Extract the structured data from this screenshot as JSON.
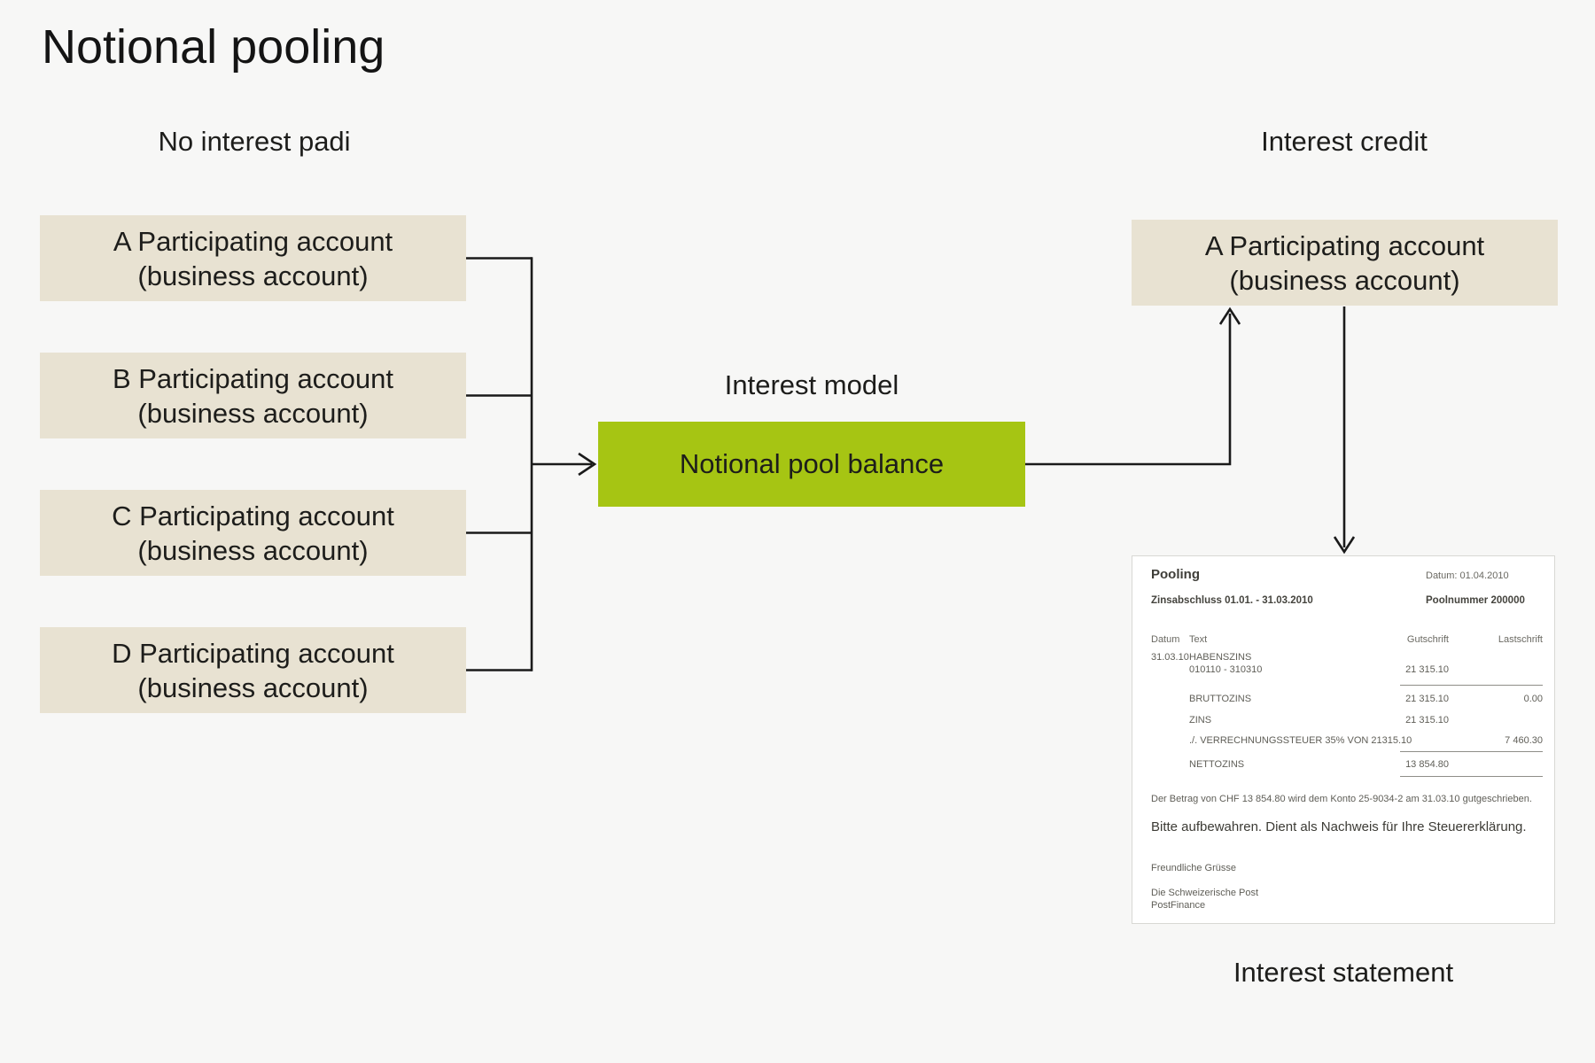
{
  "title": "Notional pooling",
  "labels": {
    "no_interest": "No interest padi",
    "interest_model": "Interest model",
    "interest_credit": "Interest credit",
    "interest_statement": "Interest statement"
  },
  "pool_box": {
    "label": "Notional pool balance"
  },
  "left_accounts": [
    {
      "line1": "A Participating account",
      "line2": "(business account)"
    },
    {
      "line1": "B Participating account",
      "line2": "(business account)"
    },
    {
      "line1": "C Participating account",
      "line2": "(business account)"
    },
    {
      "line1": "D Participating account",
      "line2": "(business account)"
    }
  ],
  "right_account": {
    "line1": "A Participating account",
    "line2": "(business account)"
  },
  "statement": {
    "heading": "Pooling",
    "date_label": "Datum: 01.04.2010",
    "period": "Zinsabschluss 01.01. - 31.03.2010",
    "pool_number": "Poolnummer 200000",
    "columns": {
      "date": "Datum",
      "text": "Text",
      "credit": "Gutschrift",
      "debit": "Lastschrift"
    },
    "rows": [
      {
        "date": "31.03.10",
        "text": "HABENSZINS",
        "text2": "010110 - 310310",
        "credit": "21 315.10"
      },
      {
        "text": "BRUTTOZINS",
        "credit": "21 315.10",
        "debit": "0.00"
      },
      {
        "text": "ZINS",
        "credit": "21 315.10"
      },
      {
        "text": "./. VERRECHNUNGSSTEUER 35% VON 21315.10",
        "debit": "7 460.30"
      },
      {
        "text": "NETTOZINS",
        "credit": "13 854.80"
      }
    ],
    "note": "Der Betrag von CHF 13 854.80 wird dem Konto 25-9034-2 am 31.03.10 gutgeschrieben.",
    "notice": "Bitte aufbewahren. Dient als Nachweis für Ihre Steuererklärung.",
    "closing": "Freundliche Grüsse",
    "sender_line1": "Die Schweizerische Post",
    "sender_line2": "PostFinance"
  },
  "colors": {
    "background": "#f7f7f6",
    "box_beige": "#e8e2d2",
    "accent_green": "#a6c513",
    "line_black": "#1a1a1a"
  }
}
